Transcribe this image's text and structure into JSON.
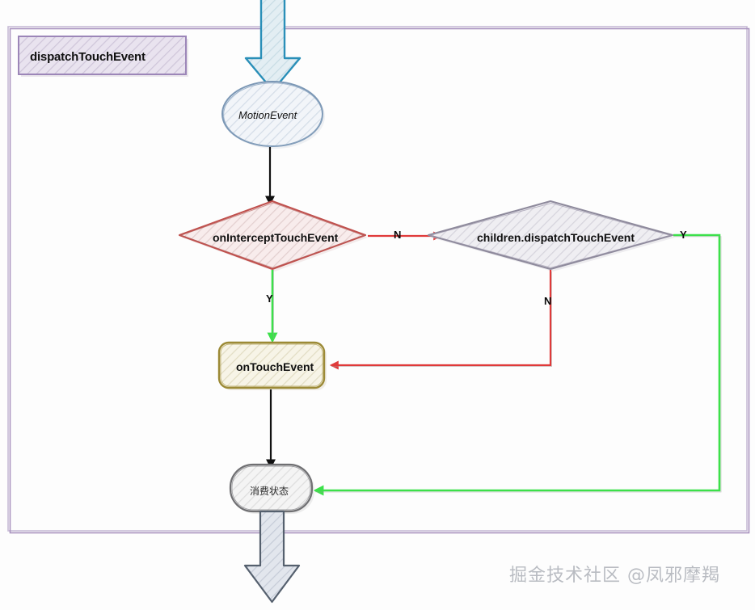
{
  "diagram": {
    "type": "flowchart",
    "title": "dispatchTouchEvent",
    "container_label": "dispatchTouchEvent",
    "nodes": [
      {
        "id": "motionevent",
        "label": "MotionEvent",
        "shape": "ellipse",
        "stroke": "#7b97b5",
        "fill": "#f0f3f8"
      },
      {
        "id": "onintercepttouchevent",
        "label": "onInterceptTouchEvent",
        "shape": "diamond",
        "stroke": "#c0504d",
        "fill": "#f7e9e9"
      },
      {
        "id": "childrendispatchtouchevent",
        "label": "children.dispatchTouchEvent",
        "shape": "diamond",
        "stroke": "#8e8a9c",
        "fill": "#eeecf1"
      },
      {
        "id": "ontouchevent",
        "label": "onTouchEvent",
        "shape": "rounded-rect",
        "stroke": "#9c8a36",
        "fill": "#f6f3e3"
      },
      {
        "id": "consumestate",
        "label": "消费状态",
        "shape": "stadium",
        "stroke": "#6f6f72",
        "fill": "#f2f2f2"
      }
    ],
    "edges": [
      {
        "from": "entry-arrow",
        "to": "motionevent",
        "label": "",
        "color": "#2a8fb8",
        "style": "block-arrow"
      },
      {
        "from": "motionevent",
        "to": "onintercepttouchevent",
        "label": "",
        "color": "#111111",
        "style": "line"
      },
      {
        "from": "onintercepttouchevent",
        "to": "childrendispatchtouchevent",
        "label": "N",
        "color": "#e03a3a",
        "style": "line"
      },
      {
        "from": "onintercepttouchevent",
        "to": "ontouchevent",
        "label": "Y",
        "color": "#3ce04a",
        "style": "line"
      },
      {
        "from": "childrendispatchtouchevent",
        "to": "ontouchevent",
        "label": "N",
        "color": "#e03a3a",
        "style": "elbow"
      },
      {
        "from": "childrendispatchtouchevent",
        "to": "consumestate",
        "label": "Y",
        "color": "#3ce04a",
        "style": "elbow"
      },
      {
        "from": "ontouchevent",
        "to": "consumestate",
        "label": "",
        "color": "#111111",
        "style": "line"
      },
      {
        "from": "consumestate",
        "to": "exit-arrow",
        "label": "",
        "color": "#5a6472",
        "style": "block-arrow"
      }
    ],
    "edge_labels": {
      "intercept_no": "N",
      "intercept_yes": "Y",
      "children_no": "N",
      "children_yes": "Y"
    },
    "colors": {
      "container_border": "#a993bf",
      "title_border": "#9c86b8",
      "title_fill": "#ece7f0",
      "entry_arrow_stroke": "#2a8fb8",
      "entry_arrow_fill": "#dbe9ee",
      "exit_arrow_stroke": "#55606e",
      "exit_arrow_fill": "#d9dee6",
      "green": "#3ce04a",
      "red": "#e03a3a",
      "black": "#111111",
      "watermark": "#b9bcc2"
    },
    "watermark": "掘金技术社区 @凤邪摩羯"
  }
}
